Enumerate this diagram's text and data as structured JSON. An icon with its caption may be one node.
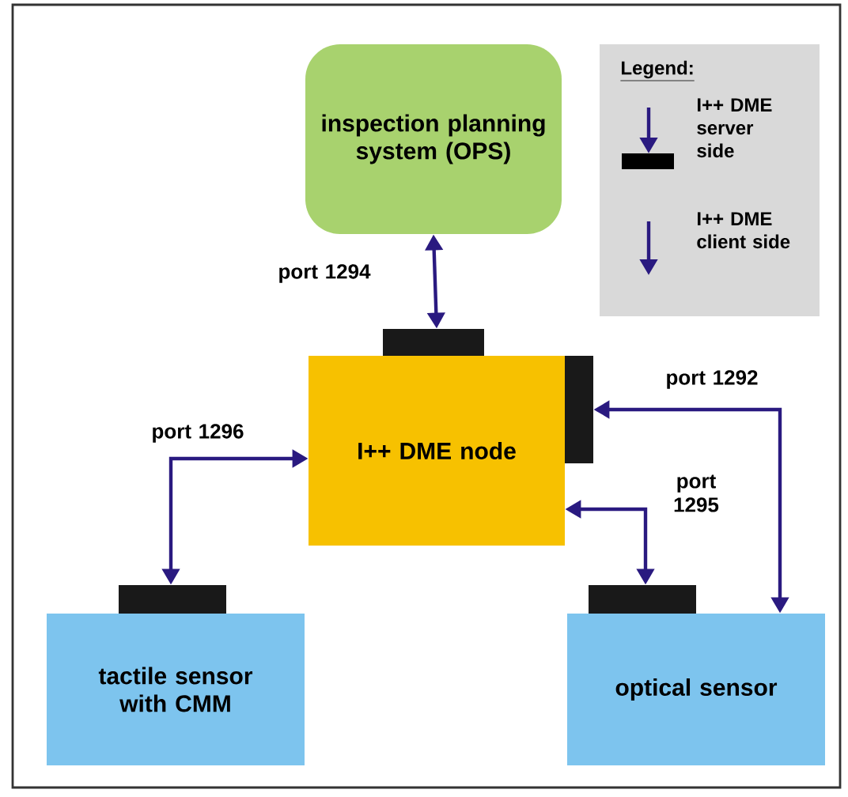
{
  "diagram": {
    "nodes": [
      {
        "text": [
          "inspection planning system (OPS)"
        ]
      },
      {
        "text": [
          "I++ DME node"
        ]
      },
      {
        "text": [
          "tactile sensor with CMM"
        ]
      },
      {
        "text": [
          "optical sensor"
        ]
      }
    ],
    "edges": [
      {
        "from": 0,
        "to": 1,
        "arrow": "both",
        "label": "port 1294"
      },
      {
        "from": 1,
        "to": 3,
        "arrow": "both",
        "label": "port 1292"
      },
      {
        "from": 1,
        "to": 2,
        "arrow": "both",
        "label": "port 1296"
      },
      {
        "from": 1,
        "to": 3,
        "arrow": "both",
        "label": "port 1295"
      }
    ],
    "labels": [
      "Legend:"
    ],
    "legend": [
      {
        "text": "I++ DME server side"
      },
      {
        "text": "I++ DME client side"
      }
    ]
  }
}
